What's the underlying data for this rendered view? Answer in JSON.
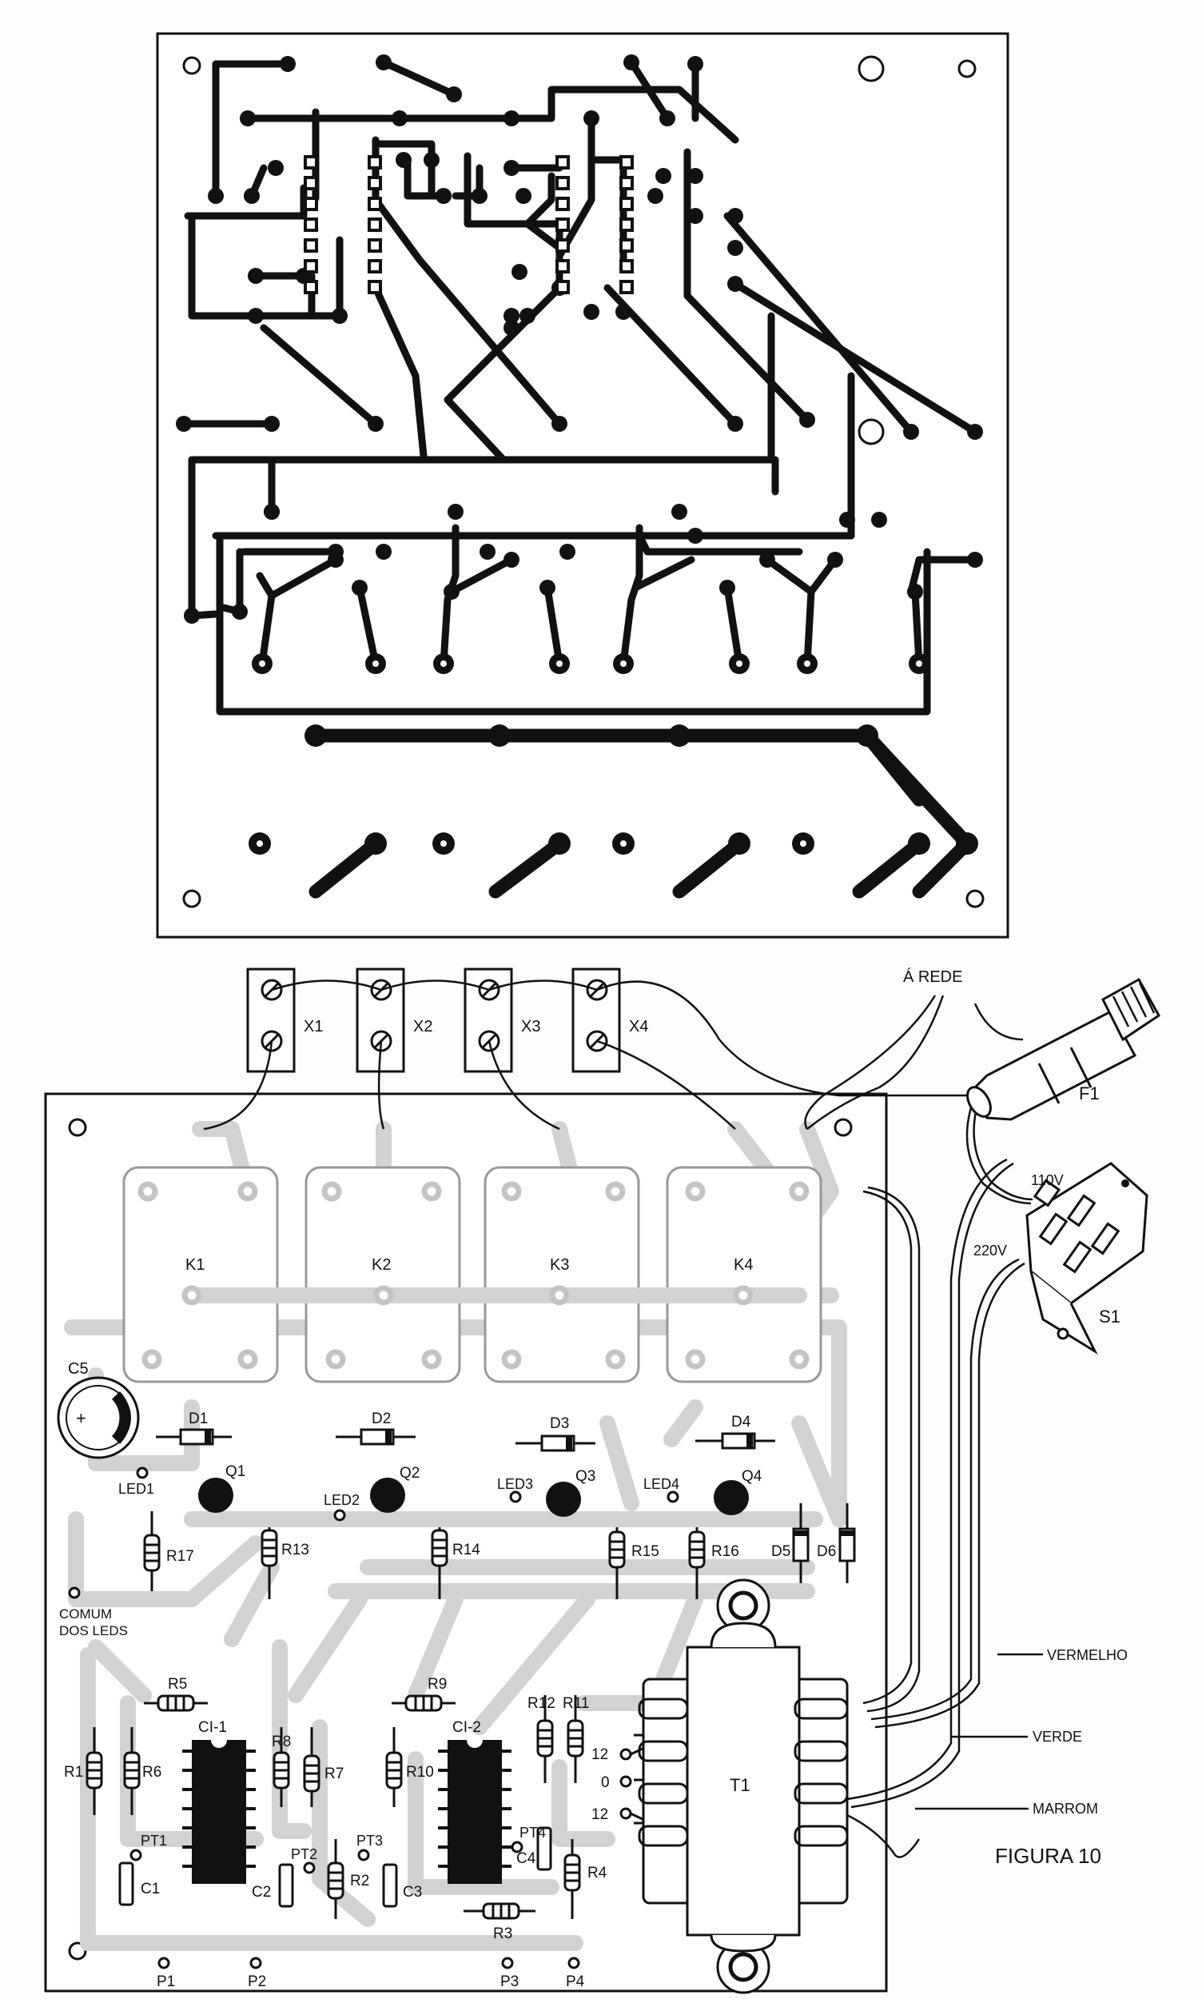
{
  "figure": {
    "caption": "FIGURA 10"
  },
  "terminals": [
    "X1",
    "X2",
    "X3",
    "X4"
  ],
  "mains": {
    "label": "Á REDE",
    "fuse": "F1",
    "switch": "S1",
    "v110": "110V",
    "v220": "220V"
  },
  "relays": [
    "K1",
    "K2",
    "K3",
    "K4"
  ],
  "diodes": [
    "D1",
    "D2",
    "D3",
    "D4",
    "D5",
    "D6"
  ],
  "transistors": [
    "Q1",
    "Q2",
    "Q3",
    "Q4"
  ],
  "leds": [
    "LED1",
    "LED2",
    "LED3",
    "LED4"
  ],
  "capacitor_c5": "C5",
  "resistors": [
    "R1",
    "R2",
    "R3",
    "R4",
    "R5",
    "R6",
    "R7",
    "R8",
    "R9",
    "R10",
    "R11",
    "R12",
    "R13",
    "R14",
    "R15",
    "R16",
    "R17"
  ],
  "led_common": [
    "COMUM",
    "DOS LEDS"
  ],
  "ics": [
    "CI-1",
    "CI-2"
  ],
  "capacitors": [
    "C1",
    "C2",
    "C3",
    "C4"
  ],
  "test_points": [
    "PT1",
    "PT2",
    "PT3",
    "PT4"
  ],
  "inputs": [
    "P1",
    "P2",
    "P3",
    "P4"
  ],
  "transformer": {
    "name": "T1",
    "taps": [
      "12",
      "0",
      "12"
    ]
  },
  "wires": [
    "VERMELHO",
    "VERDE",
    "MARROM"
  ]
}
